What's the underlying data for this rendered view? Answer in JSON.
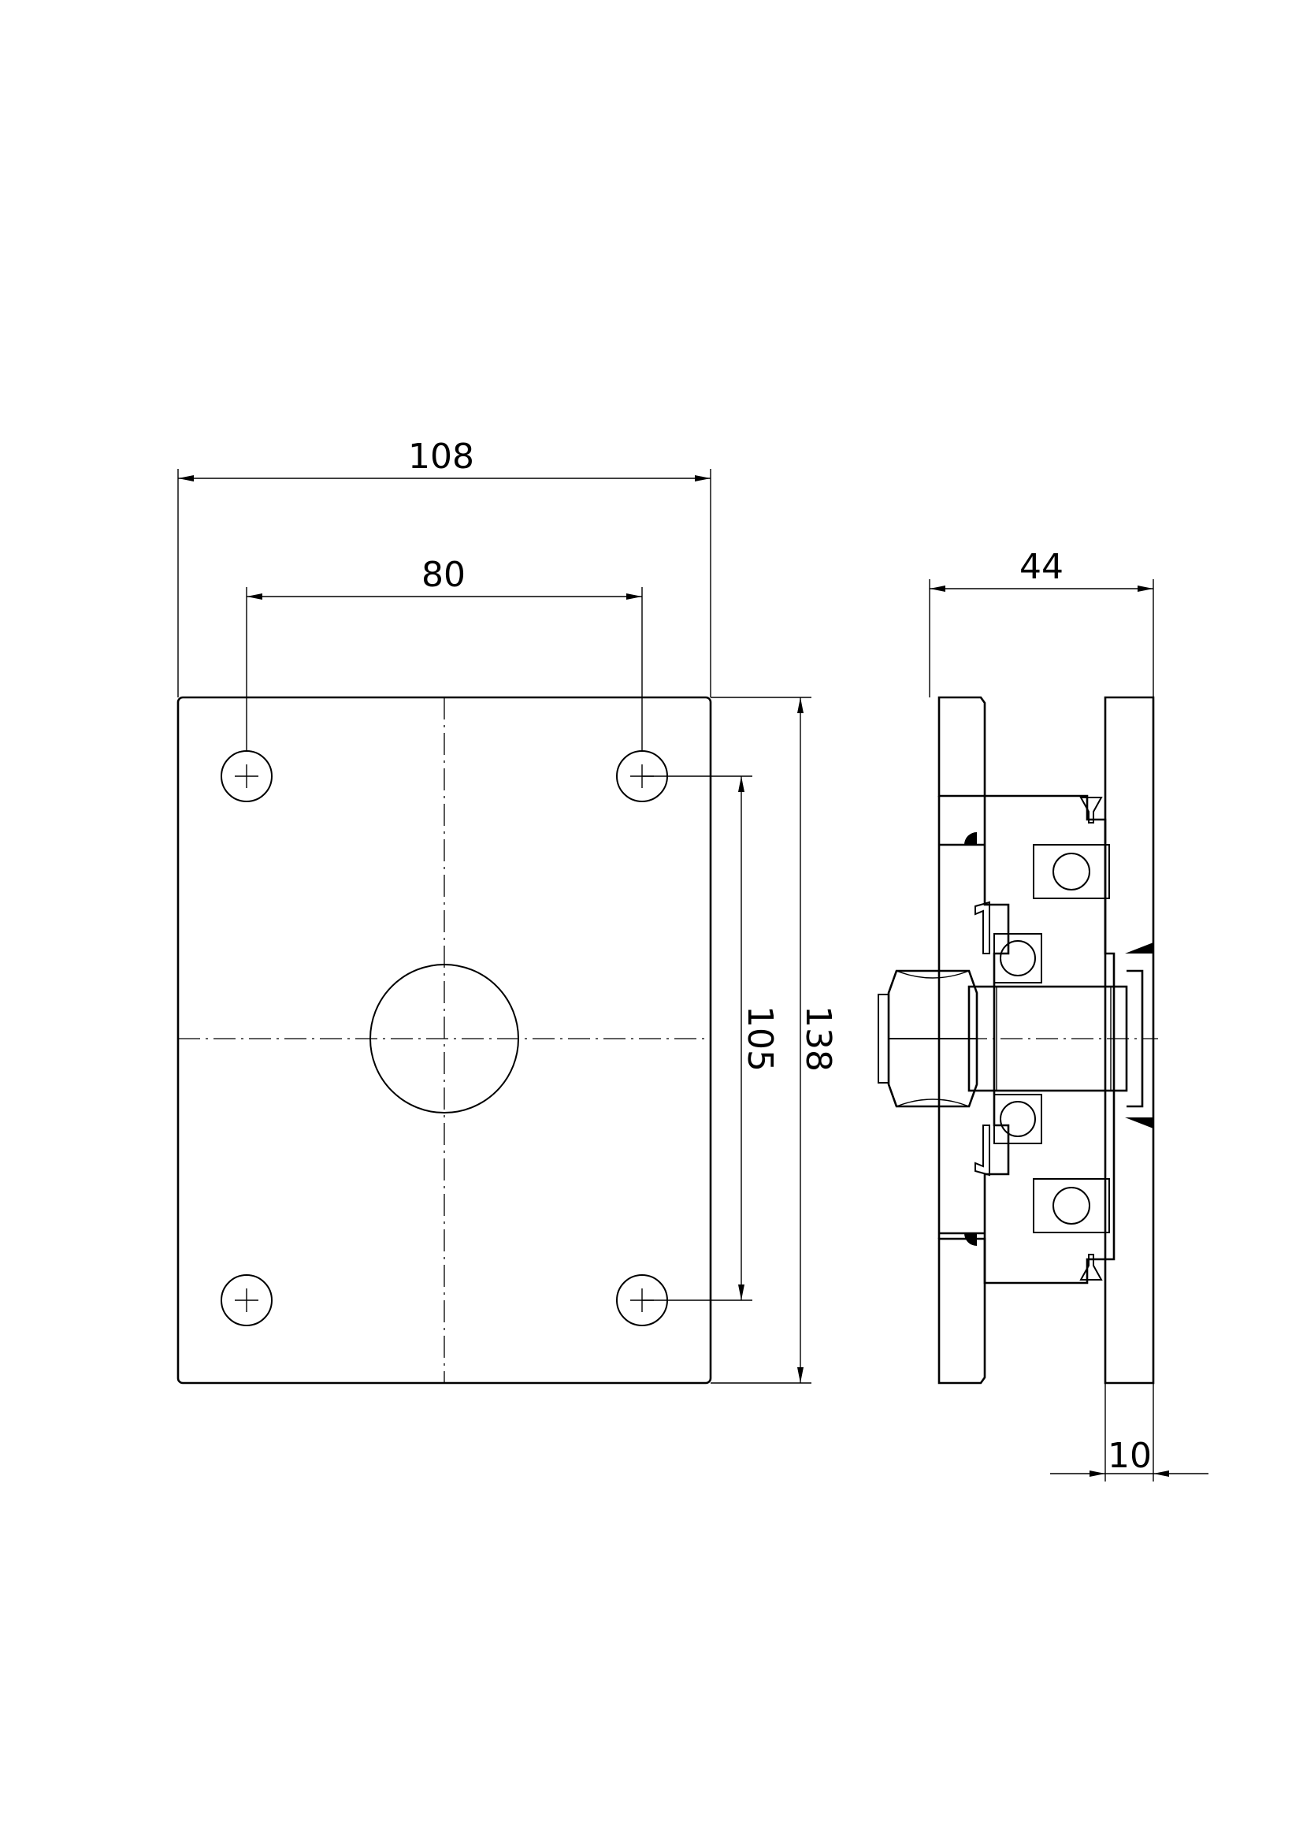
{
  "dimensions": {
    "plate_width": "108",
    "hole_spacing_x": "80",
    "plate_height": "138",
    "hole_spacing_y": "105",
    "assembly_depth": "44",
    "flange_thickness": "10"
  },
  "colors": {
    "ink": "#000000",
    "paper": "#ffffff"
  }
}
